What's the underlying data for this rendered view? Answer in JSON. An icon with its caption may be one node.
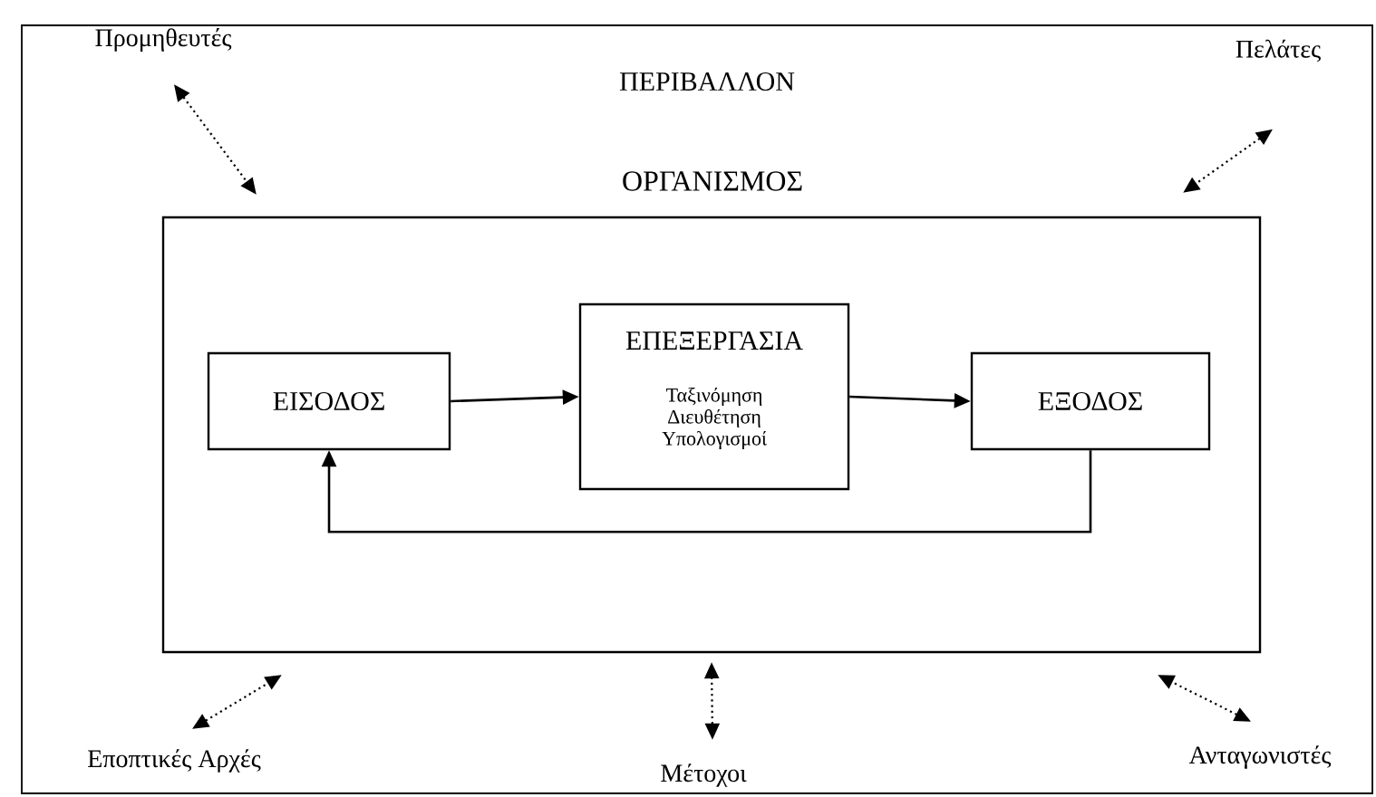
{
  "diagram": {
    "nodes": [
      {
        "text": [
          "ΠΕΡΙΒΑΛΛΟΝ"
        ]
      },
      {
        "text": [
          "ΟΡΓΑΝΙΣΜΟΣ"
        ],
        "in": 0
      },
      {
        "text": [
          "ΕΙΣΟΔΟΣ"
        ],
        "in": 1
      },
      {
        "text": [
          "ΕΠΕΞΕΡΓΑΣΙΑ",
          "Ταξινόμηση Διευθέτηση Υπολογισμοί"
        ],
        "in": 1
      },
      {
        "text": [
          "ΕΞΟΔΟΣ"
        ],
        "in": 1
      },
      {
        "text": [
          "Προμηθευτές"
        ],
        "in": 0
      },
      {
        "text": [
          "Πελάτες"
        ],
        "in": 0
      },
      {
        "text": [
          "Εποπτικές Αρχές"
        ],
        "in": 0
      },
      {
        "text": [
          "Μέτοχοι"
        ],
        "in": 0
      },
      {
        "text": [
          "Ανταγωνιστές"
        ],
        "in": 0
      }
    ],
    "edges": [
      {
        "from": 2,
        "to": 3,
        "arrow": "to"
      },
      {
        "from": 3,
        "to": 4,
        "arrow": "to"
      },
      {
        "from": 4,
        "to": 2,
        "arrow": "to"
      },
      {
        "from": 5,
        "to": 1,
        "arrow": "both",
        "style": "dashed"
      },
      {
        "from": 6,
        "to": 1,
        "arrow": "both",
        "style": "dashed"
      },
      {
        "from": 7,
        "to": 1,
        "arrow": "both",
        "style": "dashed"
      },
      {
        "from": 8,
        "to": 1,
        "arrow": "both",
        "style": "dashed"
      },
      {
        "from": 9,
        "to": 1,
        "arrow": "both",
        "style": "dashed"
      }
    ]
  }
}
